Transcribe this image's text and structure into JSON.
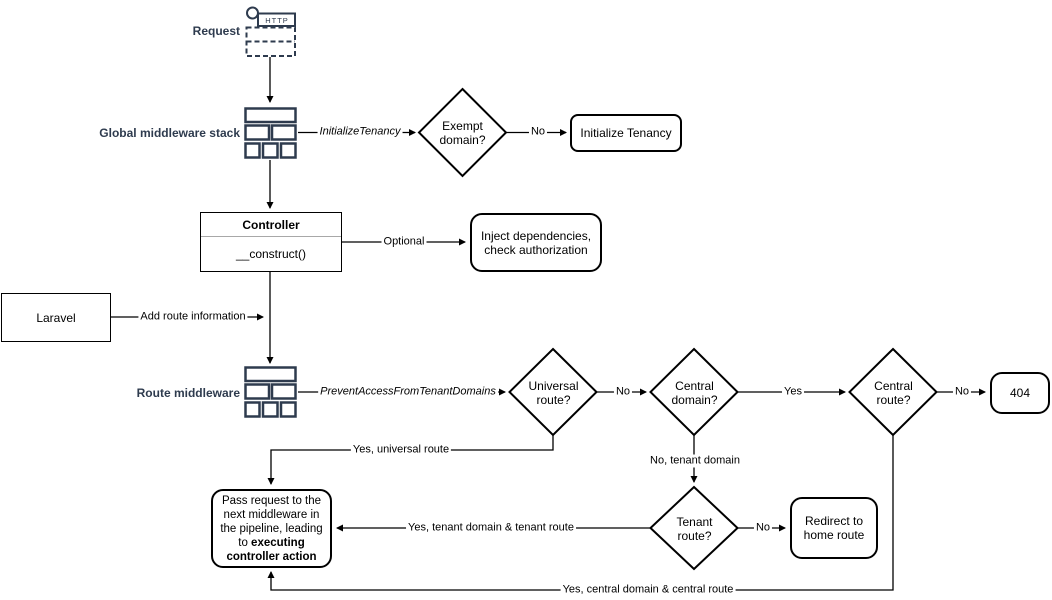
{
  "diagram": {
    "nodes": {
      "request": {
        "label": "Request"
      },
      "http": {
        "label": "HTTP"
      },
      "global_middleware": {
        "label": "Global middleware stack"
      },
      "exempt_domain": {
        "label": "Exempt domain?"
      },
      "initialize_tenancy": {
        "label": "Initialize Tenancy"
      },
      "controller": {
        "title": "Controller",
        "method": "__construct()"
      },
      "inject": {
        "label": "Inject dependencies, check authorization"
      },
      "laravel": {
        "label": "Laravel"
      },
      "route_middleware": {
        "label": "Route middleware"
      },
      "universal_route": {
        "label": "Universal route?"
      },
      "central_domain": {
        "label": "Central domain?"
      },
      "central_route": {
        "label": "Central route?"
      },
      "not_found": {
        "label": "404"
      },
      "tenant_route": {
        "label": "Tenant route?"
      },
      "redirect_home": {
        "label": "Redirect to home route"
      },
      "pass_request": {
        "text": "Pass request to the next middleware in the pipeline, leading to ",
        "bold": "executing controller action"
      }
    },
    "edges": {
      "initialize_tenancy_mw": "InitializeTenancy",
      "no1": "No",
      "optional": "Optional",
      "add_route_info": "Add route information",
      "prevent_access": "PreventAccessFromTenantDomains",
      "no2": "No",
      "yes1": "Yes",
      "no3": "No",
      "yes_universal": "Yes, universal route",
      "no_tenant_domain": "No, tenant domain",
      "no4": "No",
      "yes_tenant": "Yes, tenant domain & tenant route",
      "yes_central": "Yes, central domain & central route"
    },
    "colors": {
      "icon_stroke": "#2e3b4e",
      "shape_stroke": "#000000",
      "background": "#ffffff"
    }
  }
}
